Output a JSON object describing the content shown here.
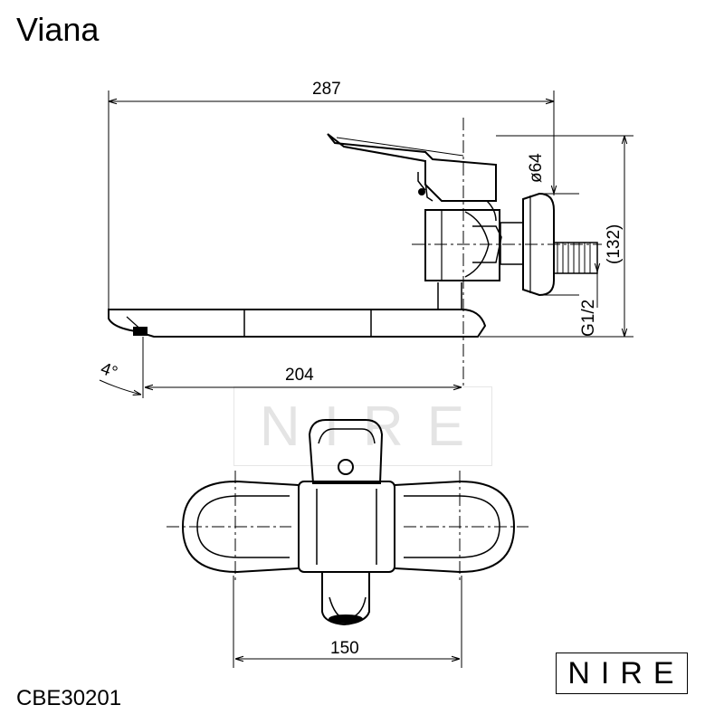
{
  "product_name": "Viana",
  "product_code": "CBE30201",
  "brand_logo": "NIRE",
  "watermark": "NIRE",
  "dimensions": {
    "overall_length": "287",
    "spout_reach": "204",
    "wall_distance": "150",
    "rosette_diameter": "ø64",
    "height": "(132)",
    "thread": "G1/2",
    "spout_angle": "4°"
  }
}
